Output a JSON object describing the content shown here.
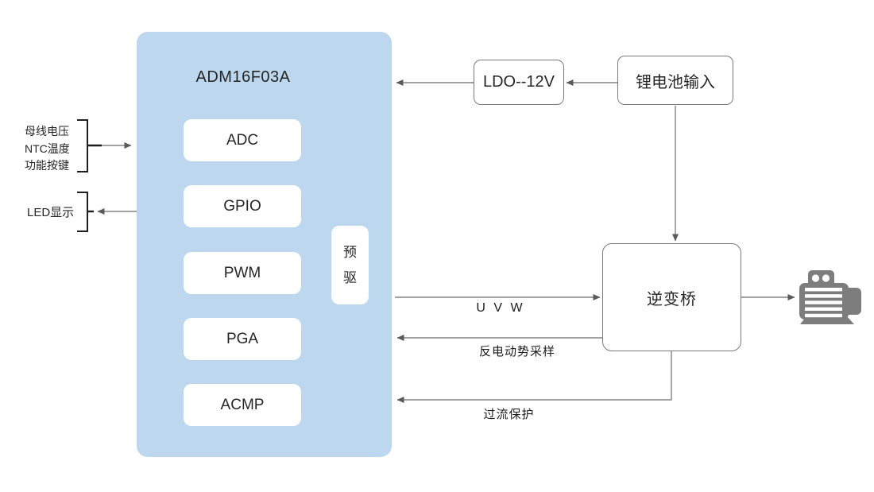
{
  "mcu": {
    "title": "ADM16F03A",
    "blocks": [
      "ADC",
      "GPIO",
      "PWM",
      "PGA",
      "ACMP"
    ],
    "predriver": "预\n驱"
  },
  "power": {
    "ldo": "LDO--12V",
    "battery": "锂电池输入"
  },
  "inverter": "逆变桥",
  "left_io": {
    "inputs": "母线电压\nNTC温度\n功能按键",
    "led": "LED显示"
  },
  "signal_labels": {
    "uvw": "U V W",
    "back_emf": "反电动势采样",
    "overcurrent": "过流保护"
  },
  "icons": {
    "motor": "motor-icon"
  },
  "colors": {
    "mcu_fill": "#BDD7EE",
    "box_border": "#7A7A7A",
    "line": "#848484",
    "arrowhead": "#5A5A5A",
    "text": "#262626",
    "motor": "#7D7D7D",
    "background": "#FFFFFF"
  }
}
